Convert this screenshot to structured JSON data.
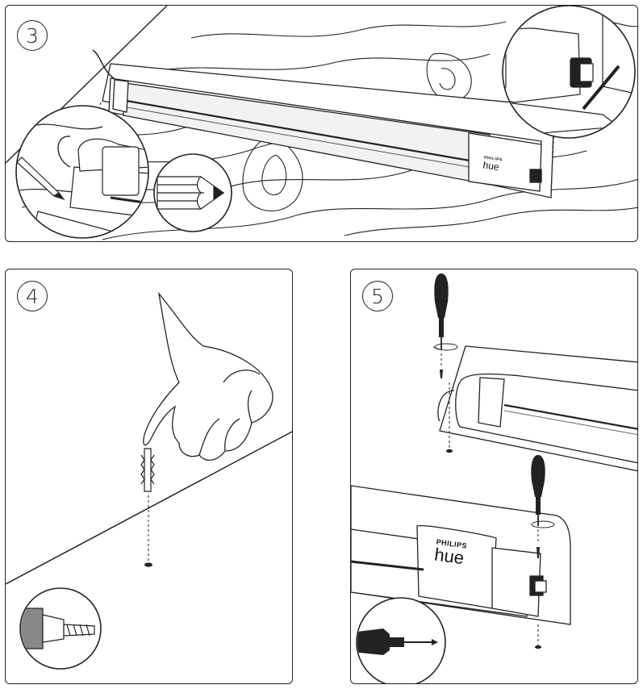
{
  "steps": [
    {
      "number": "3"
    },
    {
      "number": "4"
    },
    {
      "number": "5"
    }
  ],
  "brand": {
    "line1": "PHILIPS",
    "line2": "hue"
  }
}
